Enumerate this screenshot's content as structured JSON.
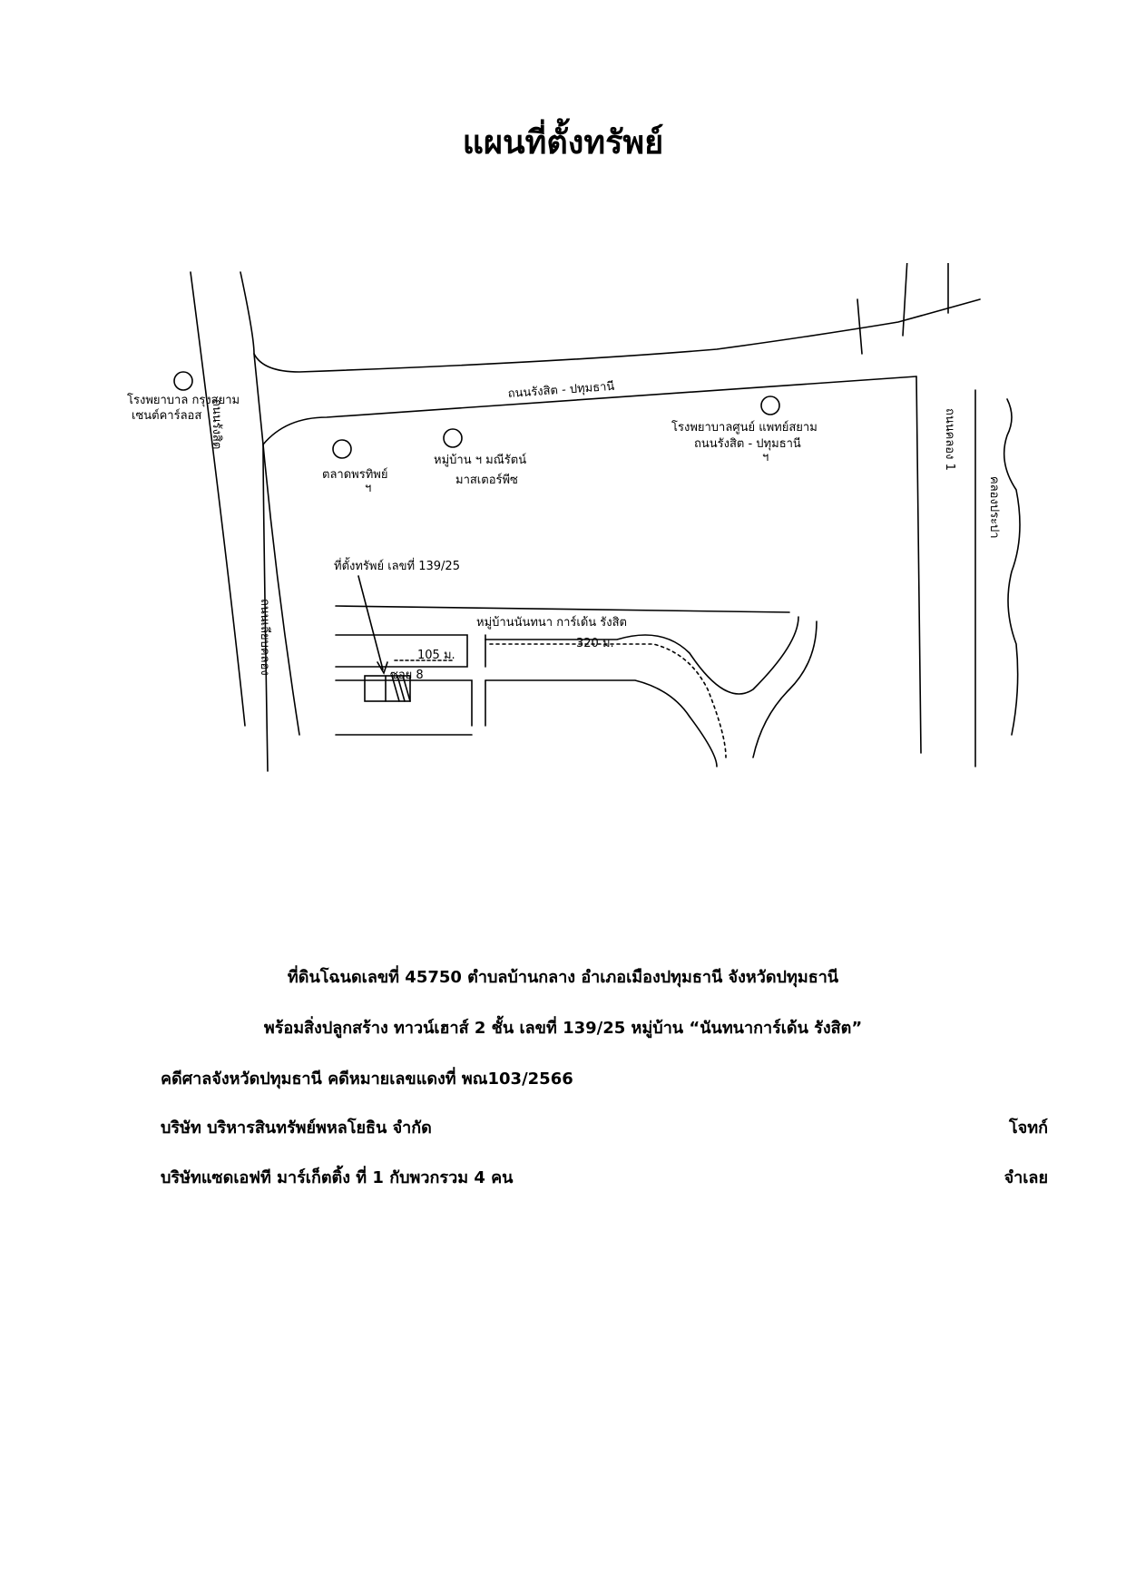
{
  "title": "แผนที่ตั้งทรัพย์",
  "map": {
    "labels": {
      "hospital_left_1": "โรงพยาบาล กรุงสยาม",
      "hospital_left_2": "เซนต์คาร์ลอส",
      "road_left_upper": "ถนนรังสิต",
      "main_road": "ถนนรังสิต - ปทุมธานี",
      "school_1": "ตลาดพรทิพย์",
      "school_2": "ฯ",
      "village_1": "หมู่บ้าน ฯ มณีรัตน์",
      "village_2": "มาสเตอร์พีซ",
      "hospital_right_1": "โรงพยาบาลศูนย์ แพทย์สยาม",
      "hospital_right_2": "ถนนรังสิต - ปทุมธานี",
      "hospital_right_3": "ฯ",
      "canal_road": "ถนนคลอง 1",
      "canal": "คลองประปา",
      "road_left_lower": "ถนนเลียบคลอง",
      "property": "ที่ตั้งทรัพย์ เลขที่ 139/25",
      "village_name": "หมู่บ้านนันทนา การ์เด้น รังสิต",
      "dist_105": "105 ม.",
      "dist_320": "320 ม.",
      "soi": "ซอย 8"
    }
  },
  "caption": {
    "line1": "ที่ดินโฉนดเลขที่ 45750 ตำบลบ้านกลาง อำเภอเมืองปทุมธานี จังหวัดปทุมธานี",
    "line2": "พร้อมสิ่งปลูกสร้าง ทาวน์เฮาส์ 2 ชั้น เลขที่ 139/25 หมู่บ้าน “นันทนาการ์เด้น รังสิต”"
  },
  "case": {
    "court": "คดีศาลจังหวัดปทุมธานี  คดีหมายเลขแดงที่ พณ103/2566",
    "plaintiff_name": "บริษัท บริหารสินทรัพย์พหลโยธิน จำกัด",
    "plaintiff_role": "โจทก์",
    "defendant_name": "บริษัทแซดเอฟที มาร์เก็ตติ้ง ที่ 1 กับพวกรวม 4 คน",
    "defendant_role": "จำเลย"
  }
}
